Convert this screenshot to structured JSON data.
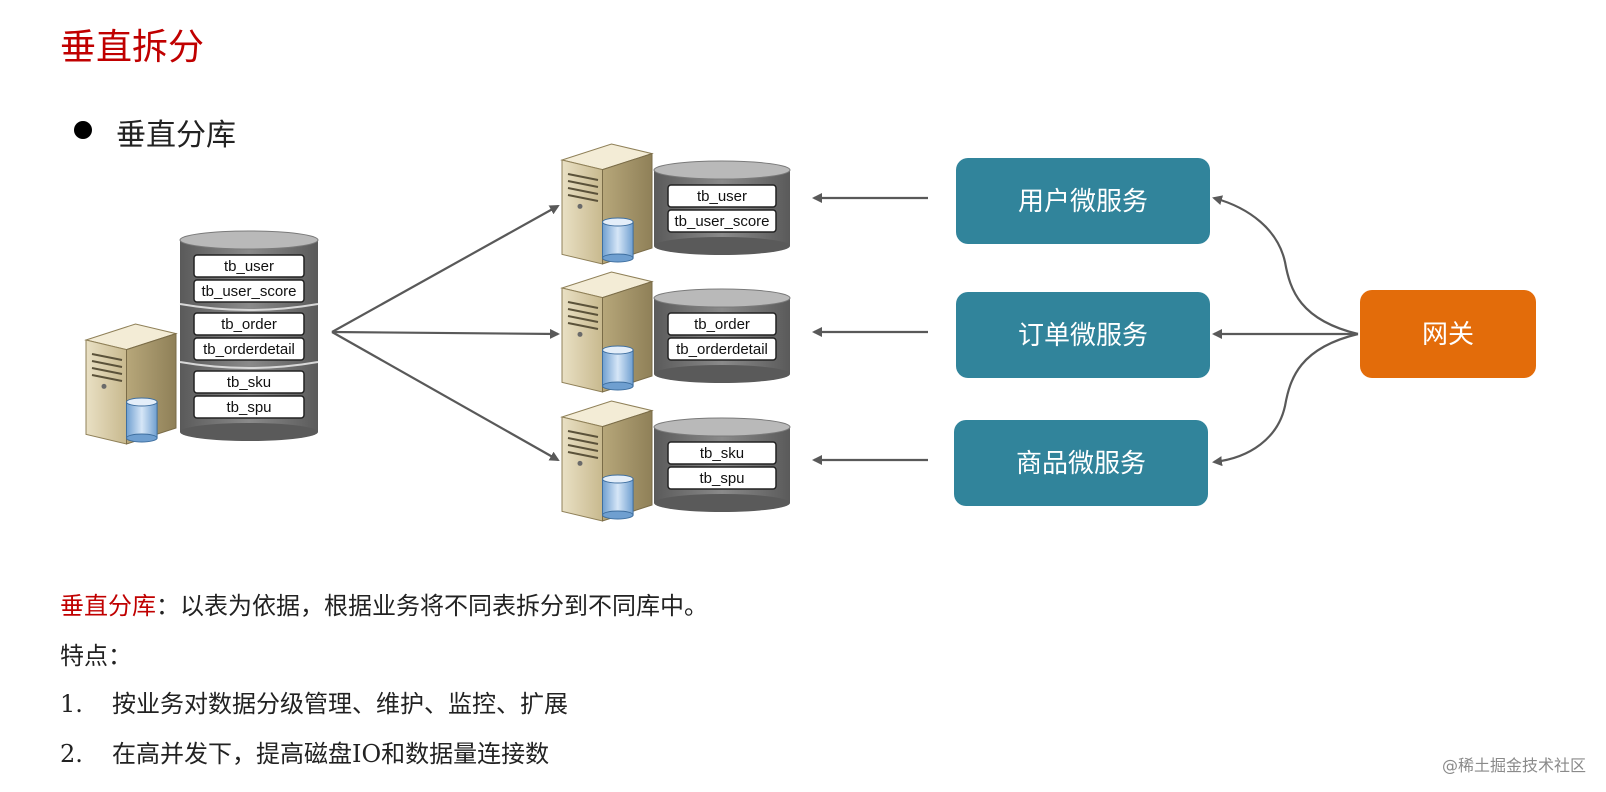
{
  "title": "垂直拆分",
  "bullet": "垂直分库",
  "source_db": {
    "groups": [
      [
        "tb_user",
        "tb_user_score"
      ],
      [
        "tb_order",
        "tb_orderdetail"
      ],
      [
        "tb_sku",
        "tb_spu"
      ]
    ]
  },
  "target_dbs": [
    [
      "tb_user",
      "tb_user_score"
    ],
    [
      "tb_order",
      "tb_orderdetail"
    ],
    [
      "tb_sku",
      "tb_spu"
    ]
  ],
  "services": [
    "用户微服务",
    "订单微服务",
    "商品微服务"
  ],
  "gateway": "网关",
  "colors": {
    "service": "#31849b",
    "gateway": "#e36c0a",
    "title": "#c00000"
  },
  "definition": {
    "term": "垂直分库",
    "text": "：以表为依据，根据业务将不同表拆分到不同库中。"
  },
  "features_heading": "特点：",
  "features": [
    {
      "num": "1.",
      "text": "按业务对数据分级管理、维护、监控、扩展"
    },
    {
      "num": "2.",
      "text": "在高并发下，提高磁盘IO和数据量连接数"
    }
  ],
  "watermark": "@稀土掘金技术社区"
}
